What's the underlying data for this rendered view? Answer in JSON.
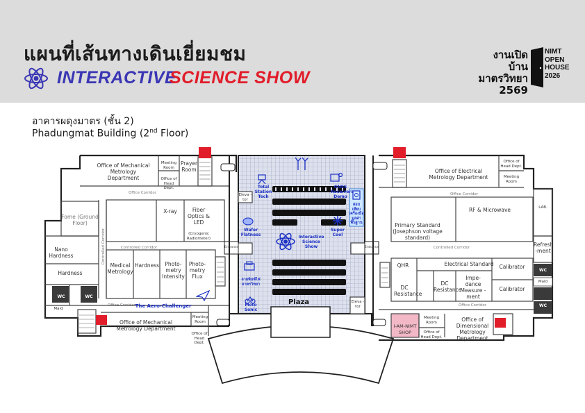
{
  "header": {
    "title_th": "แผนที่เส้นทางเดินเยี่ยมชม",
    "show_part1": "INTERACTIVE",
    "show_part2": "SCIENCE SHOW",
    "logo_line1": "งานเปิดบ้าน",
    "logo_line2": "มาตรวิทยา",
    "logo_line3": "2569",
    "logo_en1": "NIMT",
    "logo_en2": "OPEN",
    "logo_en3": "HOUSE",
    "logo_en4": "2026",
    "colors": {
      "accent_blue": "#3a36b4",
      "accent_red": "#e11d2a"
    }
  },
  "building": {
    "name_th": "อาคารผดุงมาตร (ชั้น 2)",
    "name_en": "Phadungmat Building (2",
    "name_en_sup": "nd",
    "name_en_end": " Floor)"
  },
  "rooms": {
    "office_mech_top": "Office of Mechanical Metrology Department",
    "meeting_room_l": "Meeting Room",
    "office_head_l": "Office of Head Dept.",
    "prayer_room": "Prayer Room",
    "office_corridor_top_l": "Office Corridor",
    "fome": "Fome (Ground Floor)",
    "xray": "X-ray",
    "fiber": "Fiber Optics & LED",
    "cryogenic": "(Cryogenic Radiometer)",
    "controlled_corridor_v": "Controlled Corridor",
    "nano": "Nano Hardness",
    "hardness_left": "Hardness",
    "controlled_corridor_l": "Controlled Corridor",
    "medical": "Medical Metrology",
    "hardness": "Hardness",
    "photo_int": "Photo- metry Intensity",
    "photo_flux": "Photo- metry Flux",
    "maid_l": "Maid",
    "wc_l1": "WC",
    "wc_l2": "WC",
    "office_corridor_bot_l": "Office Corridor",
    "aero": "The Aero-Challenger",
    "office_mech_bot": "Office of Mechanical Metrology Department",
    "meeting_room_lb": "Meeting Room",
    "office_head_lb": "Office of Head Dept.",
    "elevator_l": "Eleva -tor",
    "entrance_l": "Entrance",
    "entrance_r": "Entrance",
    "elevator_r": "Eleva -tor",
    "plaza": "Plaza",
    "office_elec": "Office of Electrical Metrology Department",
    "office_head_r": "Office of Head Dept.",
    "meeting_room_r": "Meeting Room",
    "office_corridor_top_r": "Office Corridor",
    "lab": "LAB.",
    "primary_std": "Primary Standard (Josephson voltage standard)",
    "rf": "RF & Microwave",
    "controlled_corridor_r": "Controlled Corridor",
    "refresh": "Refresh -ment",
    "qhr": "QHR",
    "elec_std": "Electrical Standard",
    "calibrator1": "Calibrator",
    "dc_res1": "DC Resistance",
    "dc_res2": "DC Resistance",
    "impedance": "Impe- dance Measure -ment",
    "calibrator2": "Calibrator",
    "office_corridor_bot_r": "Office Corridor",
    "wc_r1": "WC",
    "maid_r": "Maid",
    "wc_r2": "WC",
    "shop": "I-AM-NIMT SHOP",
    "meeting_room_rb": "Meeting Room",
    "office_head_rb": "Office of Head Dept.",
    "office_dim": "Office of Dimensional Metrology Department"
  },
  "exhibits": {
    "total_station": "Total Station Tech",
    "gnss": "GNSS Receivers Demo",
    "thai_booth": "สอบเทียบ เครื่องมือ มูลค่า พื้นฐาน",
    "wafer": "Wafer Flatness",
    "interactive": "Interactive Science Show",
    "supercool": "Super Cool",
    "thai_stand": "ลายพิมพ์ไฟ มาตรวิทยา",
    "motosonic": "Moto Sonic"
  }
}
